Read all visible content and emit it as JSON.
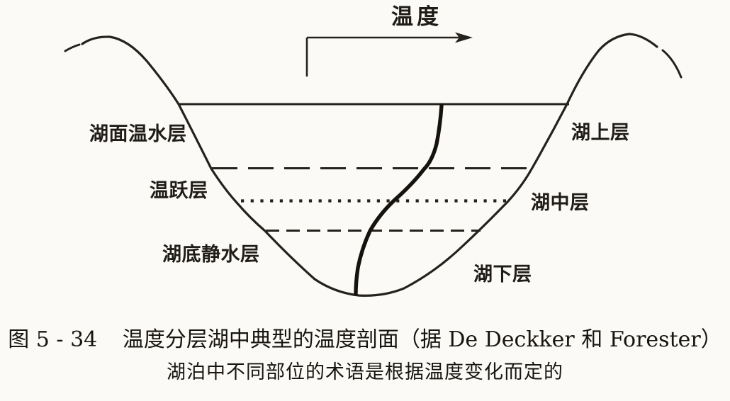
{
  "diagram": {
    "axis": {
      "label": "温度",
      "direction": "right-arrow"
    },
    "labels_left": [
      "湖面温水层",
      "温跃层",
      "湖底静水层"
    ],
    "labels_right": [
      "湖上层",
      "湖中层",
      "湖下层"
    ],
    "boundary_lines": [
      {
        "name": "water-surface",
        "style": "solid"
      },
      {
        "name": "upper-boundary",
        "style": "long-dash"
      },
      {
        "name": "middle-boundary",
        "style": "dotted"
      },
      {
        "name": "lower-boundary",
        "style": "short-dash"
      }
    ],
    "curve": {
      "name": "temperature-profile",
      "style": "thick-solid"
    },
    "colors": {
      "ink": "#25221d",
      "paper": "#fbfaf7"
    }
  },
  "caption": {
    "figure_number": "图 5 - 34",
    "title": "温度分层湖中典型的温度剖面（据 De Deckker 和 Forester）",
    "subtitle": "湖泊中不同部位的术语是根据温度变化而定的"
  }
}
